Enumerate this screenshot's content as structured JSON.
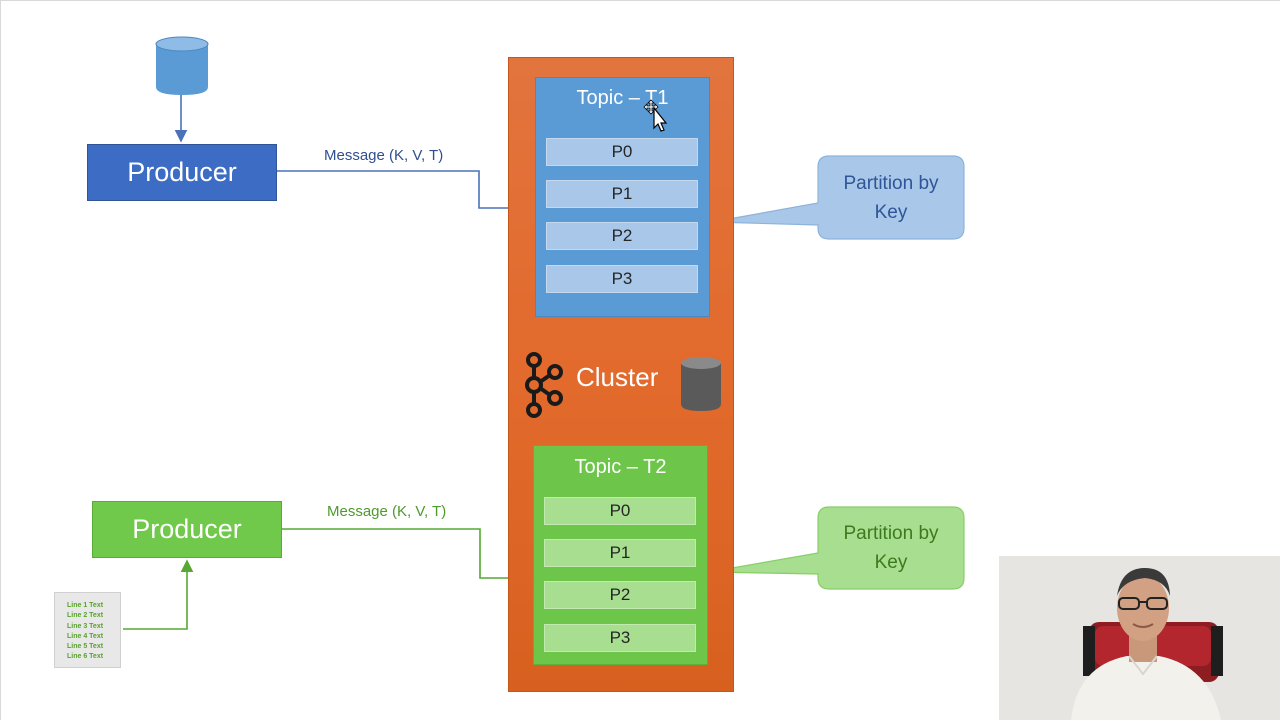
{
  "producers": {
    "top": {
      "label": "Producer",
      "source": "database"
    },
    "bottom": {
      "label": "Producer",
      "source": "document"
    }
  },
  "messages": {
    "top": "Message (K, V, T)",
    "bottom": "Message (K, V, T)"
  },
  "cluster": {
    "label": "Cluster",
    "icon": "kafka-logo-icon",
    "storage_icon": "database-icon"
  },
  "topics": [
    {
      "title": "Topic – T1",
      "color": "#5b9bd5",
      "partitions": [
        "P0",
        "P1",
        "P2",
        "P3"
      ]
    },
    {
      "title": "Topic – T2",
      "color": "#6dc54a",
      "partitions": [
        "P0",
        "P1",
        "P2",
        "P3"
      ]
    }
  ],
  "callouts": {
    "top": {
      "line1": "Partition by",
      "line2": "Key"
    },
    "bottom": {
      "line1": "Partition by",
      "line2": "Key"
    }
  },
  "document": {
    "lines": [
      "Line 1 Text",
      "Line 2 Text",
      "Line 3 Text",
      "Line 4 Text",
      "Line 5 Text",
      "Line 6 Text"
    ]
  },
  "colors": {
    "blue_accent": "#3c6cc4",
    "green_accent": "#70c94a",
    "cluster_orange": "#e26a2c"
  }
}
